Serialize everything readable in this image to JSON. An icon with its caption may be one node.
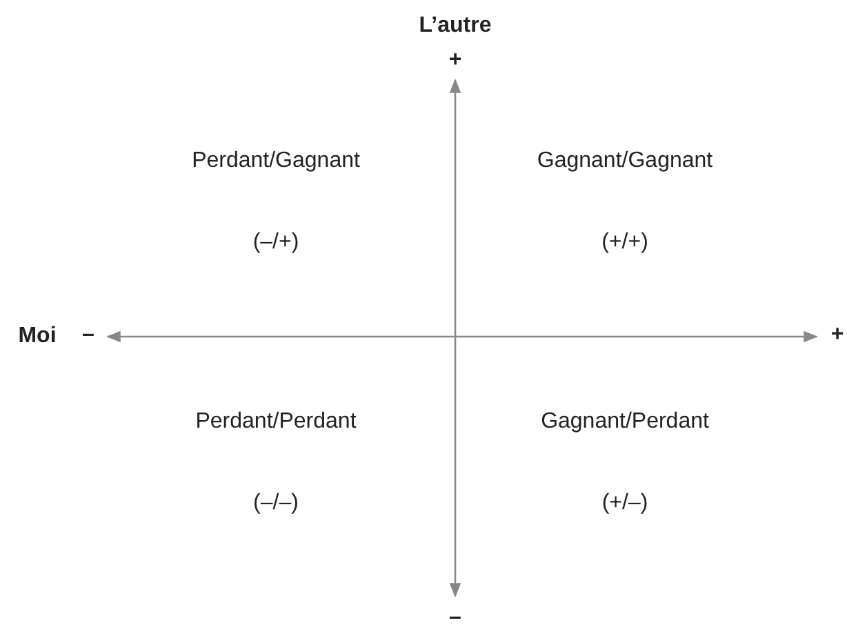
{
  "diagram": {
    "labels": [
      "L’autre",
      "+",
      "Perdant/Gagnant",
      "Gagnant/Gagnant",
      "(–/+)",
      "(+/+)",
      "Moi",
      "–",
      "+",
      "Perdant/Perdant",
      "Gagnant/Perdant",
      "(–/–)",
      "(+/–)",
      "–"
    ]
  }
}
